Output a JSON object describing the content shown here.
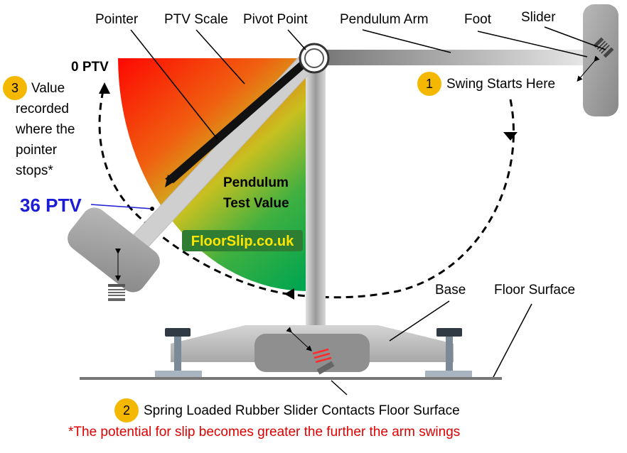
{
  "labels": {
    "pointer": "Pointer",
    "ptv_scale": "PTV Scale",
    "pivot_point": "Pivot Point",
    "pendulum_arm": "Pendulum Arm",
    "foot": "Foot",
    "slider": "Slider",
    "zero_ptv": "0 PTV",
    "swing_starts": "Swing Starts Here",
    "value_recorded": [
      "Value",
      "recorded",
      "where the",
      "pointer",
      "stops*"
    ],
    "reading": "36 PTV",
    "pendulum_test_value": [
      "Pendulum",
      "Test Value"
    ],
    "watermark": "FloorSlip.co.uk",
    "base": "Base",
    "floor_surface": "Floor Surface",
    "spring_slider": "Spring Loaded Rubber Slider Contacts Floor Surface",
    "footnote": "*The potential for slip becomes greater the further the arm swings"
  },
  "steps": [
    "1",
    "2",
    "3"
  ],
  "colors": {
    "badge": "#f5b800",
    "reading": "#1c1cd6",
    "footnote": "#e00000",
    "watermark_bg": "#2e7d32",
    "watermark_text": "#ffe600",
    "scale_red": "#ff0000",
    "scale_yellow": "#f0b400",
    "scale_green": "#00a550",
    "arm_grey": "#9a9a9a",
    "spring_red": "#ff2a2a"
  }
}
